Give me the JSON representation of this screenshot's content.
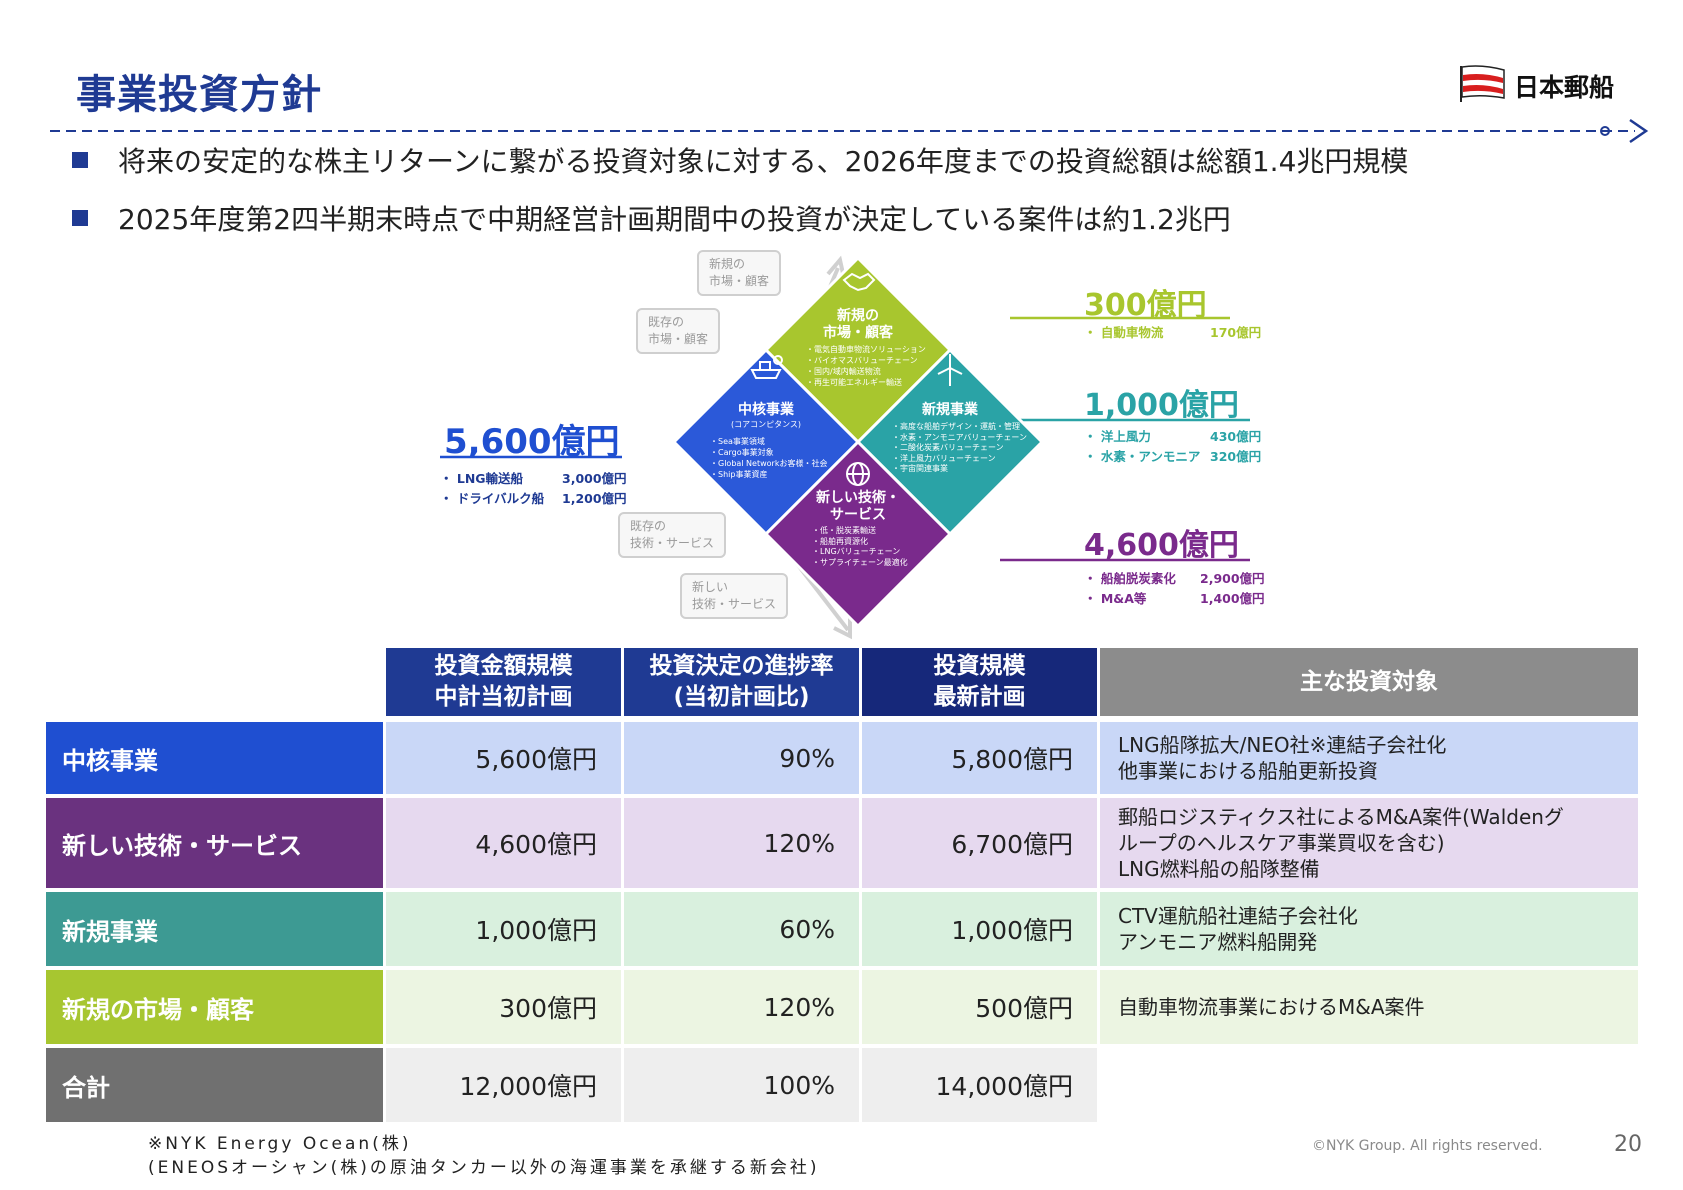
{
  "header": {
    "title": "事業投資方針",
    "logo_text": "日本郵船"
  },
  "bullets": [
    "将来の安定的な株主リターンに繋がる投資対象に対する、2026年度までの投資総額は総額1.4兆円規模",
    "2025年度第2四半期末時点で中期経営計画期間中の投資が決定している案件は約1.2兆円"
  ],
  "diagram": {
    "grey_labels": [
      [
        "新規の",
        "市場・顧客"
      ],
      [
        "既存の",
        "市場・顧客"
      ],
      [
        "既存の",
        "技術・サービス"
      ],
      [
        "新しい",
        "技術・サービス"
      ]
    ],
    "quads": {
      "top": {
        "title": [
          "新規の",
          "市場・顧客"
        ],
        "items": [
          "・電気自動車物流ソリューション",
          "・バイオマスバリューチェーン",
          "・国内/域内輸送物流",
          "・再生可能エネルギー輸送"
        ],
        "color": "#a8c62e"
      },
      "left": {
        "title": [
          "中核事業"
        ],
        "subtitle": "(コアコンピタンス)",
        "items": [
          "・Sea事業領域",
          "・Cargo事業対象",
          "・Global Networkお客様・社会",
          "・Ship事業資産"
        ],
        "color": "#2b59d9"
      },
      "right": {
        "title": [
          "新規事業"
        ],
        "items": [
          "・高度な船舶デザイン・運航・管理",
          "・水素・アンモニアバリューチェーン",
          "・二酸化炭素バリューチェーン",
          "・洋上風力バリューチェーン",
          "・宇宙関連事業"
        ],
        "color": "#2aa3a6"
      },
      "bottom": {
        "title": [
          "新しい技術・",
          "サービス"
        ],
        "items": [
          "・低・脱炭素輸送",
          "・船舶再資源化",
          "・LNGバリューチェーン",
          "・サプライチェーン最適化"
        ],
        "color": "#7a2a8c"
      }
    },
    "amounts": {
      "core": {
        "total": "5,600億円",
        "color": "#1f4fd1",
        "items": [
          {
            "name": "・ LNG輸送船",
            "value": "3,000億円"
          },
          {
            "name": "・ ドライバルク船",
            "value": "1,200億円"
          }
        ]
      },
      "new_market": {
        "total": "300億円",
        "color": "#a8c62e",
        "items": [
          {
            "name": "・ 自動車物流",
            "value": "170億円"
          }
        ]
      },
      "new_business": {
        "total": "1,000億円",
        "color": "#2aa3a6",
        "items": [
          {
            "name": "・ 洋上風力",
            "value": "430億円"
          },
          {
            "name": "・ 水素・アンモニア",
            "value": "320億円"
          }
        ]
      },
      "new_tech": {
        "total": "4,600億円",
        "color": "#7a2a8c",
        "items": [
          {
            "name": "・ 船舶脱炭素化",
            "value": "2,900億円"
          },
          {
            "name": "・ M&A等",
            "value": "1,400億円"
          }
        ]
      }
    }
  },
  "table": {
    "headers": [
      [
        "投資金額規模",
        "中計当初計画"
      ],
      [
        "投資決定の進捗率",
        "(当初計画比)"
      ],
      [
        "投資規模",
        "最新計画"
      ],
      [
        "主な投資対象"
      ]
    ],
    "rows": [
      {
        "label": "中核事業",
        "initial": "5,600億円",
        "progress": "90%",
        "latest": "5,800億円",
        "targets": [
          "LNG船隊拡大/NEO社※連結子会社化",
          "他事業における船舶更新投資"
        ],
        "label_color": "#1f4fd1",
        "cell_color": "#c9d7f7"
      },
      {
        "label": "新しい技術・サービス",
        "initial": "4,600億円",
        "progress": "120%",
        "latest": "6,700億円",
        "targets": [
          "郵船ロジスティクス社によるM&A案件(Waldenグ",
          "ループのヘルスケア事業買収を含む)",
          "LNG燃料船の船隊整備"
        ],
        "label_color": "#6a327f",
        "cell_color": "#e6d9ef"
      },
      {
        "label": "新規事業",
        "initial": "1,000億円",
        "progress": "60%",
        "latest": "1,000億円",
        "targets": [
          "CTV運航船社連結子会社化",
          "アンモニア燃料船開発"
        ],
        "label_color": "#3d9a93",
        "cell_color": "#d9f0de"
      },
      {
        "label": "新規の市場・顧客",
        "initial": "300億円",
        "progress": "120%",
        "latest": "500億円",
        "targets": [
          "自動車物流事業におけるM&A案件"
        ],
        "label_color": "#a7c630",
        "cell_color": "#ecf5e2"
      },
      {
        "label": "合計",
        "initial": "12,000億円",
        "progress": "100%",
        "latest": "14,000億円",
        "targets": [],
        "label_color": "#707070",
        "cell_color": "#eeeeee"
      }
    ]
  },
  "footer": {
    "footnote": [
      "※NYK Energy Ocean(株)",
      "(ENEOSオーシャン(株)の原油タンカー以外の海運事業を承継する新会社)"
    ],
    "copyright": "©NYK Group. All rights reserved.",
    "page_number": "20"
  }
}
